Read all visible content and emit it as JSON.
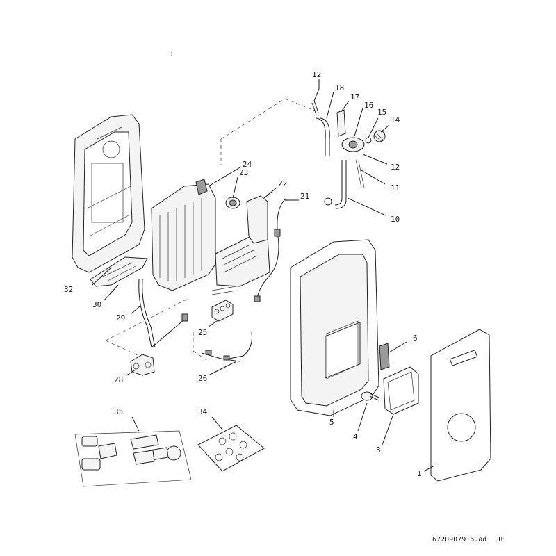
{
  "diagram": {
    "mark": ":",
    "parts": [
      {
        "id": "1",
        "label": "1"
      },
      {
        "id": "3",
        "label": "3"
      },
      {
        "id": "4",
        "label": "4"
      },
      {
        "id": "5",
        "label": "5"
      },
      {
        "id": "6",
        "label": "6"
      },
      {
        "id": "10",
        "label": "10"
      },
      {
        "id": "11",
        "label": "11"
      },
      {
        "id": "12a",
        "label": "12"
      },
      {
        "id": "12b",
        "label": "12"
      },
      {
        "id": "14",
        "label": "14"
      },
      {
        "id": "15",
        "label": "15"
      },
      {
        "id": "16",
        "label": "16"
      },
      {
        "id": "17",
        "label": "17"
      },
      {
        "id": "18",
        "label": "18"
      },
      {
        "id": "21",
        "label": "21"
      },
      {
        "id": "22",
        "label": "22"
      },
      {
        "id": "23",
        "label": "23"
      },
      {
        "id": "24",
        "label": "24"
      },
      {
        "id": "25",
        "label": "25"
      },
      {
        "id": "26",
        "label": "26"
      },
      {
        "id": "28",
        "label": "28"
      },
      {
        "id": "29",
        "label": "29"
      },
      {
        "id": "30",
        "label": "30"
      },
      {
        "id": "32",
        "label": "32"
      },
      {
        "id": "34",
        "label": "34"
      },
      {
        "id": "35",
        "label": "35"
      }
    ]
  },
  "footer": {
    "doc_code": "6720907916.ad",
    "initials": "JF"
  }
}
